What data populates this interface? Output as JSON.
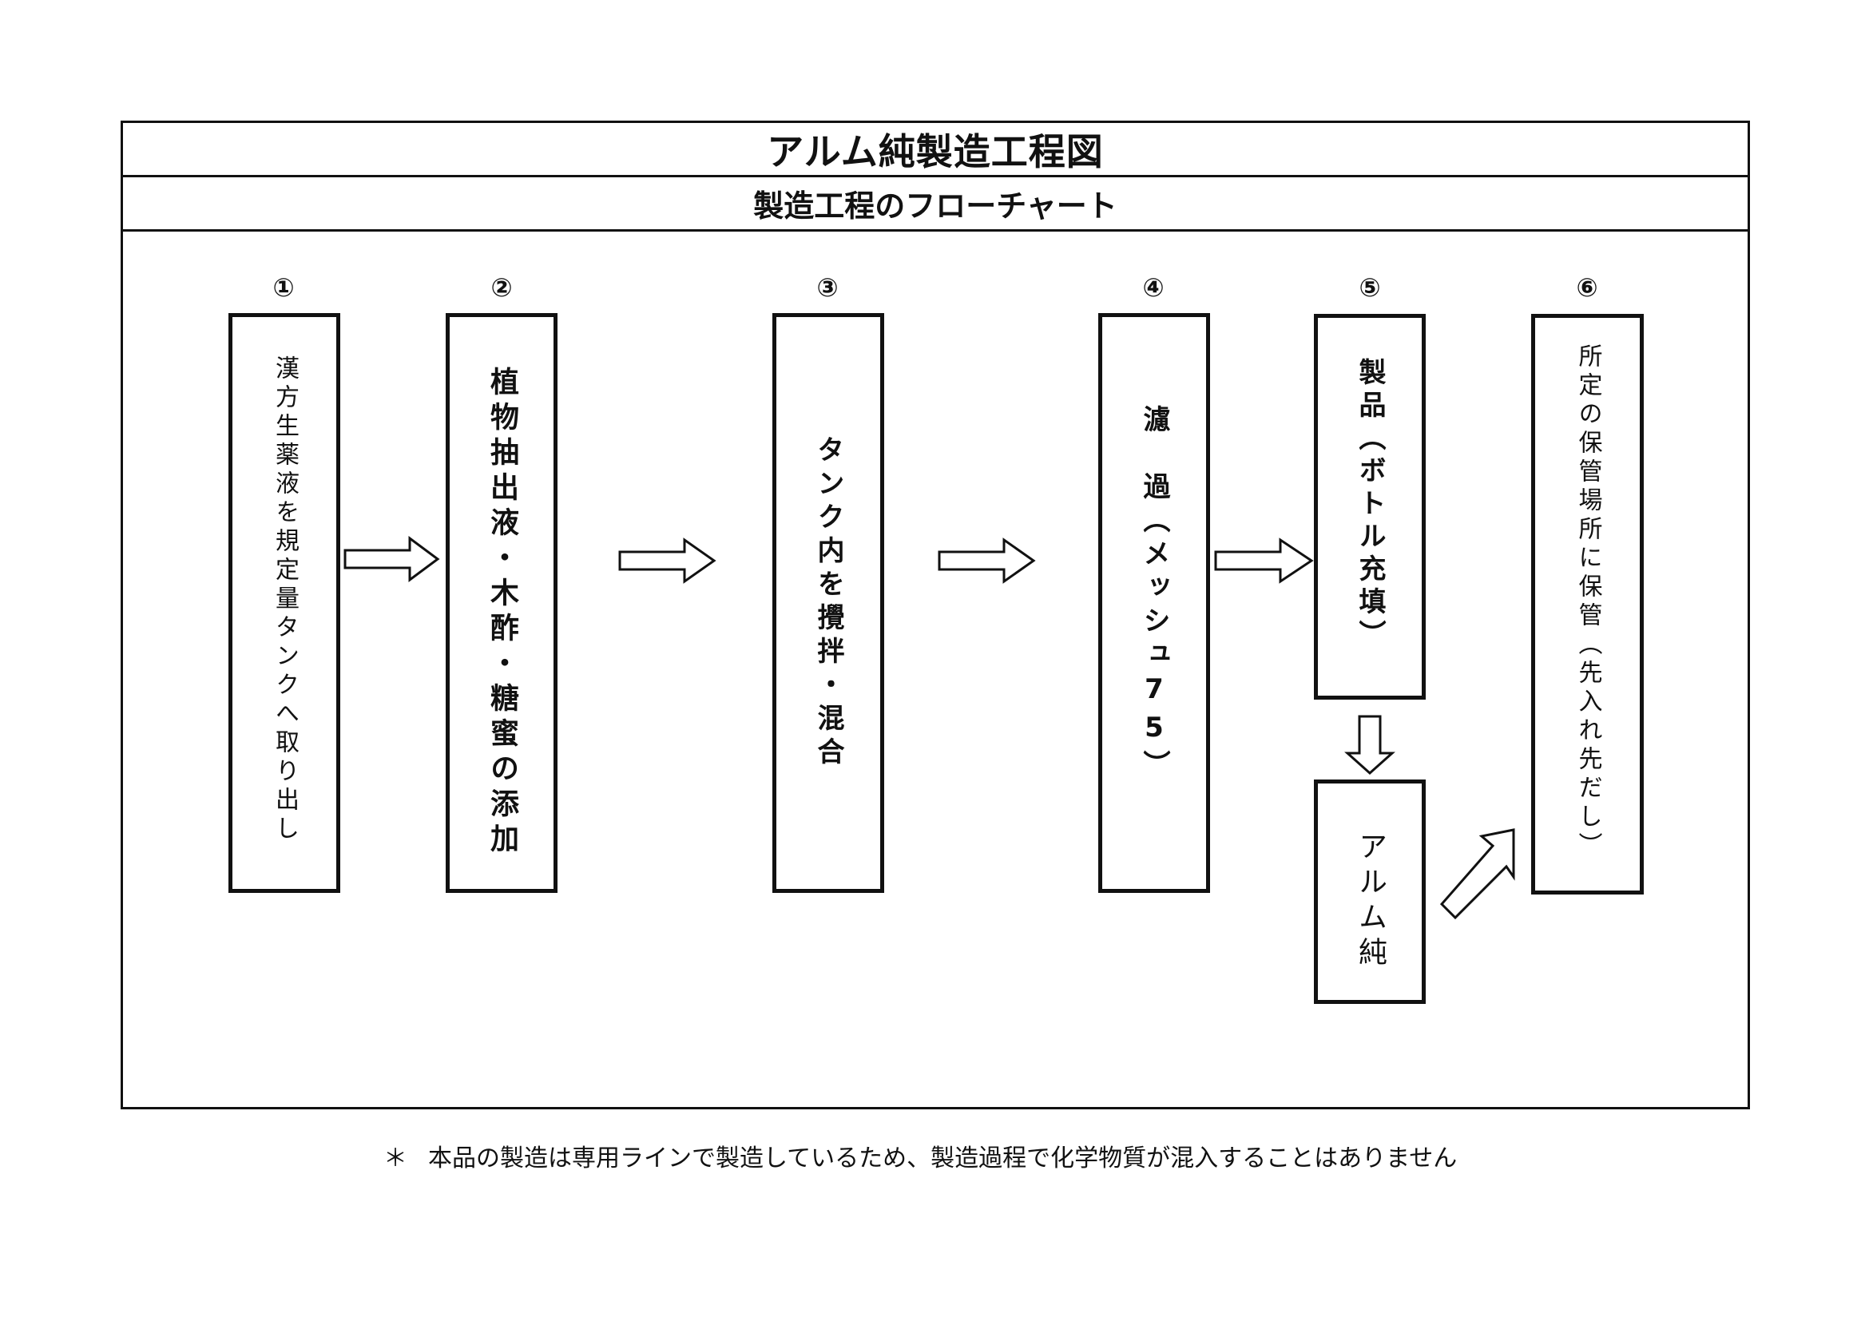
{
  "document": {
    "title": "アルム純製造工程図",
    "subtitle": "製造工程のフローチャート"
  },
  "steps": [
    {
      "number": "①",
      "label": "漢方生薬液を規定量タンクへ取り出し"
    },
    {
      "number": "②",
      "label": "植物抽出液・木酢・糖蜜の添加"
    },
    {
      "number": "③",
      "label": "タンク内を攪拌・混合"
    },
    {
      "number": "④",
      "label": "濾　過（メッシュ75）"
    },
    {
      "number": "⑤",
      "label": "製品（ボトル充填）"
    },
    {
      "number": "⑥",
      "label": "所定の保管場所に保管（先入れ先だし）"
    }
  ],
  "product_box": {
    "label": "アルム純"
  },
  "arrows": [
    {
      "from": "①",
      "to": "②",
      "direction": "right"
    },
    {
      "from": "②",
      "to": "③",
      "direction": "right"
    },
    {
      "from": "③",
      "to": "④",
      "direction": "right"
    },
    {
      "from": "④",
      "to": "⑤",
      "direction": "right"
    },
    {
      "from": "⑤",
      "to": "アルム純",
      "direction": "down"
    },
    {
      "from": "アルム純",
      "to": "⑥",
      "direction": "up-right"
    }
  ],
  "footnote": {
    "marker": "＊",
    "text": "本品の製造は専用ラインで製造しているため、製造過程で化学物質が混入することはありません"
  },
  "colors": {
    "line": "#111111",
    "background": "#ffffff"
  }
}
